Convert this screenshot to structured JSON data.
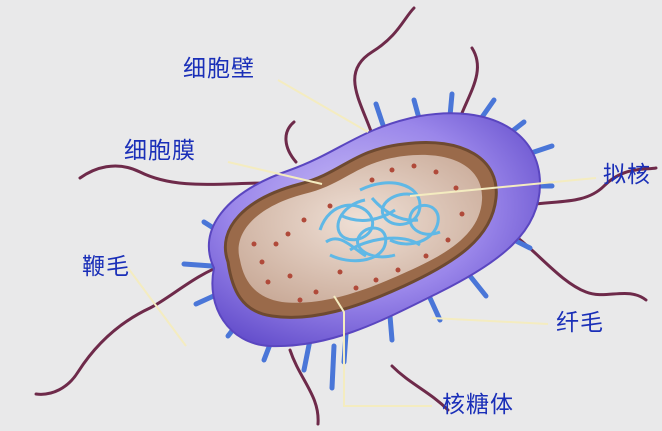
{
  "labels": {
    "cell_wall": "细胞壁",
    "cell_membrane": "细胞膜",
    "nucleoid": "拟核",
    "flagellum": "鞭毛",
    "pilus": "纤毛",
    "ribosome": "核糖体"
  },
  "colors": {
    "label_text": "#1a2fb8",
    "leader_line": "#f4ecc0",
    "background": "#e9e9ea",
    "capsule": "#8f7de6",
    "membrane": "#a0785a",
    "cytoplasm": "#d8c2b4",
    "dna": "#5fb8e6",
    "pili": "#4a76d8",
    "flagella": "#6e2a4a"
  },
  "icons": [
    "bacterium-cell"
  ]
}
